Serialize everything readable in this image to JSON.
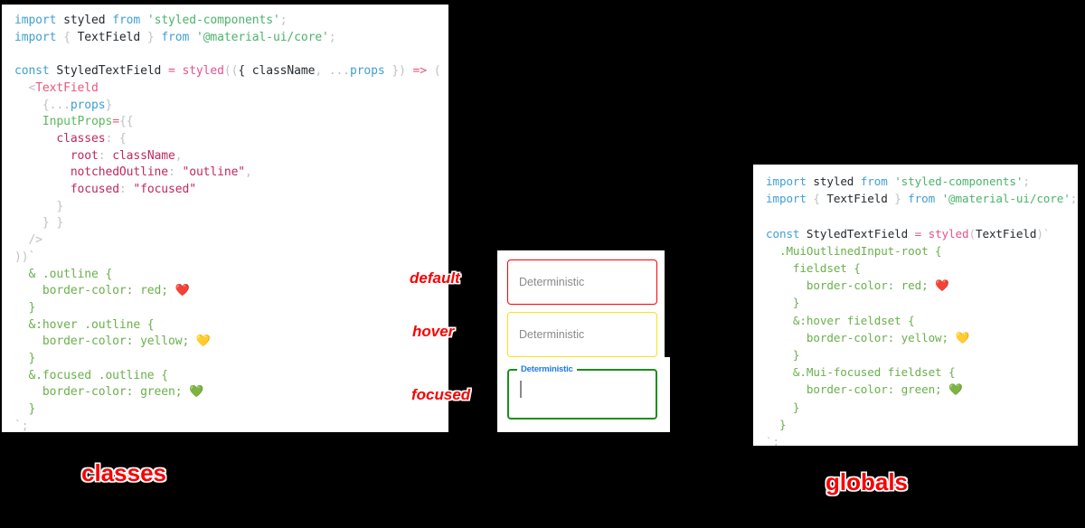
{
  "panels": {
    "classes": {
      "title": "classes",
      "code_lines": [
        {
          "tokens": [
            {
              "t": "import",
              "c": "tok-kw"
            },
            {
              "t": " ",
              "c": "tok-plain"
            },
            {
              "t": "styled",
              "c": "tok-plain"
            },
            {
              "t": " ",
              "c": "tok-plain"
            },
            {
              "t": "from",
              "c": "tok-kw"
            },
            {
              "t": " ",
              "c": "tok-plain"
            },
            {
              "t": "'styled-components'",
              "c": "tok-str"
            },
            {
              "t": ";",
              "c": "tok-grey"
            }
          ]
        },
        {
          "tokens": [
            {
              "t": "import",
              "c": "tok-kw"
            },
            {
              "t": " ",
              "c": "tok-plain"
            },
            {
              "t": "{",
              "c": "tok-grey"
            },
            {
              "t": " TextField ",
              "c": "tok-plain"
            },
            {
              "t": "}",
              "c": "tok-grey"
            },
            {
              "t": " ",
              "c": "tok-plain"
            },
            {
              "t": "from",
              "c": "tok-kw"
            },
            {
              "t": " ",
              "c": "tok-plain"
            },
            {
              "t": "'@material-ui/core'",
              "c": "tok-str"
            },
            {
              "t": ";",
              "c": "tok-grey"
            }
          ]
        },
        {
          "tokens": []
        },
        {
          "tokens": [
            {
              "t": "const",
              "c": "tok-kw"
            },
            {
              "t": " StyledTextField ",
              "c": "tok-plain"
            },
            {
              "t": "=",
              "c": "tok-op"
            },
            {
              "t": " ",
              "c": "tok-plain"
            },
            {
              "t": "styled",
              "c": "tok-fn"
            },
            {
              "t": "((",
              "c": "tok-grey"
            },
            {
              "t": "{ className",
              "c": "tok-plain"
            },
            {
              "t": ",",
              "c": "tok-grey"
            },
            {
              "t": " ",
              "c": "tok-plain"
            },
            {
              "t": "...",
              "c": "tok-grey"
            },
            {
              "t": "props",
              "c": "tok-var"
            },
            {
              "t": " }) ",
              "c": "tok-grey"
            },
            {
              "t": "=>",
              "c": "tok-op"
            },
            {
              "t": " (",
              "c": "tok-grey"
            }
          ]
        },
        {
          "tokens": [
            {
              "t": "  <",
              "c": "tok-grey"
            },
            {
              "t": "TextField",
              "c": "tok-tag"
            }
          ]
        },
        {
          "tokens": [
            {
              "t": "    {",
              "c": "tok-grey"
            },
            {
              "t": "...",
              "c": "tok-grey"
            },
            {
              "t": "props",
              "c": "tok-var"
            },
            {
              "t": "}",
              "c": "tok-grey"
            }
          ]
        },
        {
          "tokens": [
            {
              "t": "    ",
              "c": "tok-plain"
            },
            {
              "t": "InputProps",
              "c": "tok-attr"
            },
            {
              "t": "=",
              "c": "tok-op"
            },
            {
              "t": "{{",
              "c": "tok-grey"
            }
          ]
        },
        {
          "tokens": [
            {
              "t": "      ",
              "c": "tok-plain"
            },
            {
              "t": "classes",
              "c": "tok-prop"
            },
            {
              "t": ": {",
              "c": "tok-grey"
            }
          ]
        },
        {
          "tokens": [
            {
              "t": "        ",
              "c": "tok-plain"
            },
            {
              "t": "root",
              "c": "tok-prop"
            },
            {
              "t": ": ",
              "c": "tok-grey"
            },
            {
              "t": "className",
              "c": "tok-prop"
            },
            {
              "t": ",",
              "c": "tok-grey"
            }
          ]
        },
        {
          "tokens": [
            {
              "t": "        ",
              "c": "tok-plain"
            },
            {
              "t": "notchedOutline",
              "c": "tok-prop"
            },
            {
              "t": ": ",
              "c": "tok-grey"
            },
            {
              "t": "\"outline\"",
              "c": "tok-prop"
            },
            {
              "t": ",",
              "c": "tok-grey"
            }
          ]
        },
        {
          "tokens": [
            {
              "t": "        ",
              "c": "tok-plain"
            },
            {
              "t": "focused",
              "c": "tok-prop"
            },
            {
              "t": ": ",
              "c": "tok-grey"
            },
            {
              "t": "\"focused\"",
              "c": "tok-prop"
            }
          ]
        },
        {
          "tokens": [
            {
              "t": "      }",
              "c": "tok-grey"
            }
          ]
        },
        {
          "tokens": [
            {
              "t": "    } }",
              "c": "tok-grey"
            }
          ]
        },
        {
          "tokens": [
            {
              "t": "  />",
              "c": "tok-grey"
            }
          ]
        },
        {
          "tokens": [
            {
              "t": "))`",
              "c": "tok-grey"
            }
          ]
        },
        {
          "tokens": [
            {
              "t": "  & .outline {",
              "c": "tok-css"
            }
          ]
        },
        {
          "tokens": [
            {
              "t": "    border-color: red; ",
              "c": "tok-css"
            },
            {
              "t": "❤️",
              "c": "tok-plain"
            }
          ]
        },
        {
          "tokens": [
            {
              "t": "  }",
              "c": "tok-css"
            }
          ]
        },
        {
          "tokens": [
            {
              "t": "  &:hover .outline {",
              "c": "tok-css"
            }
          ]
        },
        {
          "tokens": [
            {
              "t": "    border-color: yellow; ",
              "c": "tok-css"
            },
            {
              "t": "💛",
              "c": "tok-plain"
            }
          ]
        },
        {
          "tokens": [
            {
              "t": "  }",
              "c": "tok-css"
            }
          ]
        },
        {
          "tokens": [
            {
              "t": "  &.focused .outline {",
              "c": "tok-css"
            }
          ]
        },
        {
          "tokens": [
            {
              "t": "    border-color: green; ",
              "c": "tok-css"
            },
            {
              "t": "💚",
              "c": "tok-plain"
            }
          ]
        },
        {
          "tokens": [
            {
              "t": "  }",
              "c": "tok-css"
            }
          ]
        },
        {
          "tokens": [
            {
              "t": "`;",
              "c": "tok-grey"
            }
          ]
        }
      ]
    },
    "globals": {
      "title": "globals",
      "code_lines": [
        {
          "tokens": [
            {
              "t": "import",
              "c": "tok-kw"
            },
            {
              "t": " ",
              "c": "tok-plain"
            },
            {
              "t": "styled",
              "c": "tok-plain"
            },
            {
              "t": " ",
              "c": "tok-plain"
            },
            {
              "t": "from",
              "c": "tok-kw"
            },
            {
              "t": " ",
              "c": "tok-plain"
            },
            {
              "t": "'styled-components'",
              "c": "tok-str"
            },
            {
              "t": ";",
              "c": "tok-grey"
            }
          ]
        },
        {
          "tokens": [
            {
              "t": "import",
              "c": "tok-kw"
            },
            {
              "t": " ",
              "c": "tok-plain"
            },
            {
              "t": "{",
              "c": "tok-grey"
            },
            {
              "t": " TextField ",
              "c": "tok-plain"
            },
            {
              "t": "}",
              "c": "tok-grey"
            },
            {
              "t": " ",
              "c": "tok-plain"
            },
            {
              "t": "from",
              "c": "tok-kw"
            },
            {
              "t": " ",
              "c": "tok-plain"
            },
            {
              "t": "'@material-ui/core'",
              "c": "tok-str"
            },
            {
              "t": ";",
              "c": "tok-grey"
            }
          ]
        },
        {
          "tokens": []
        },
        {
          "tokens": [
            {
              "t": "const",
              "c": "tok-kw"
            },
            {
              "t": " StyledTextField ",
              "c": "tok-plain"
            },
            {
              "t": "=",
              "c": "tok-op"
            },
            {
              "t": " ",
              "c": "tok-plain"
            },
            {
              "t": "styled",
              "c": "tok-fn"
            },
            {
              "t": "(",
              "c": "tok-grey"
            },
            {
              "t": "TextField",
              "c": "tok-plain"
            },
            {
              "t": ")`",
              "c": "tok-grey"
            }
          ]
        },
        {
          "tokens": [
            {
              "t": "  .MuiOutlinedInput-root {",
              "c": "tok-css"
            }
          ]
        },
        {
          "tokens": [
            {
              "t": "    fieldset {",
              "c": "tok-css"
            }
          ]
        },
        {
          "tokens": [
            {
              "t": "      border-color: red; ",
              "c": "tok-css"
            },
            {
              "t": "❤️",
              "c": "tok-plain"
            }
          ]
        },
        {
          "tokens": [
            {
              "t": "    }",
              "c": "tok-css"
            }
          ]
        },
        {
          "tokens": [
            {
              "t": "    &:hover fieldset {",
              "c": "tok-css"
            }
          ]
        },
        {
          "tokens": [
            {
              "t": "      border-color: yellow; ",
              "c": "tok-css"
            },
            {
              "t": "💛",
              "c": "tok-plain"
            }
          ]
        },
        {
          "tokens": [
            {
              "t": "    }",
              "c": "tok-css"
            }
          ]
        },
        {
          "tokens": [
            {
              "t": "    &.Mui-focused fieldset {",
              "c": "tok-css"
            }
          ]
        },
        {
          "tokens": [
            {
              "t": "      border-color: green; ",
              "c": "tok-css"
            },
            {
              "t": "💚",
              "c": "tok-plain"
            }
          ]
        },
        {
          "tokens": [
            {
              "t": "    }",
              "c": "tok-css"
            }
          ]
        },
        {
          "tokens": [
            {
              "t": "  }",
              "c": "tok-css"
            }
          ]
        },
        {
          "tokens": [
            {
              "t": "`;",
              "c": "tok-grey"
            }
          ]
        }
      ]
    }
  },
  "demo": {
    "fields": [
      {
        "state": "default",
        "value": "Deterministic",
        "border_color": "#fb0007",
        "label": ""
      },
      {
        "state": "hover",
        "value": "Deterministic",
        "border_color": "#f7e316",
        "label": ""
      },
      {
        "state": "focused",
        "value": "",
        "border_color": "#1a8f1a",
        "label": "Deterministic"
      }
    ],
    "annotations": {
      "default": "default",
      "hover": "hover",
      "focused": "focused"
    },
    "label_color": "#1f7de0"
  },
  "colors": {
    "background": "#000000",
    "panel": "#ffffff",
    "annotation": "#f90000",
    "red": "#fb0007",
    "yellow": "#f7e316",
    "green": "#1a8f1a",
    "blue_label": "#1f7de0"
  }
}
